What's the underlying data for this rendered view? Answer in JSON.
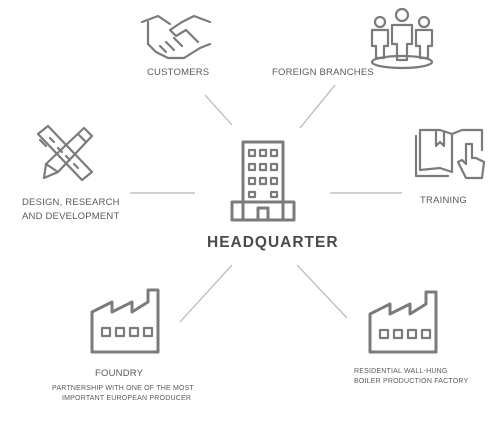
{
  "center": {
    "label": "HEADQUARTER"
  },
  "nodes": {
    "customers": {
      "label": "CUSTOMERS"
    },
    "foreign_branches": {
      "label": "FOREIGN BRANCHES"
    },
    "design": {
      "label_line1": "DESIGN, RESEARCH",
      "label_line2": "AND DEVELOPMENT"
    },
    "training": {
      "label": "TRAINING"
    },
    "foundry": {
      "label": "FOUNDRY",
      "sub_line1": "PARTNERSHIP WITH ONE OF THE MOST",
      "sub_line2": "IMPORTANT EUROPEAN PRODUCER"
    },
    "factory": {
      "label_line1": "RESIDENTIAL WALL-HUNG",
      "label_line2": "BOILER PRODUCTION FACTORY"
    }
  },
  "icons": {
    "center": "office-building-icon",
    "customers": "handshake-icon",
    "foreign_branches": "group-of-people-icon",
    "design": "pencil-and-ruler-icon",
    "training": "book-with-pointing-hand-icon",
    "foundry": "factory-icon",
    "factory": "factory-icon"
  },
  "colors": {
    "icon": "#7b7b7b",
    "connector": "#b5b5b5",
    "text": "#5a5a5a"
  }
}
